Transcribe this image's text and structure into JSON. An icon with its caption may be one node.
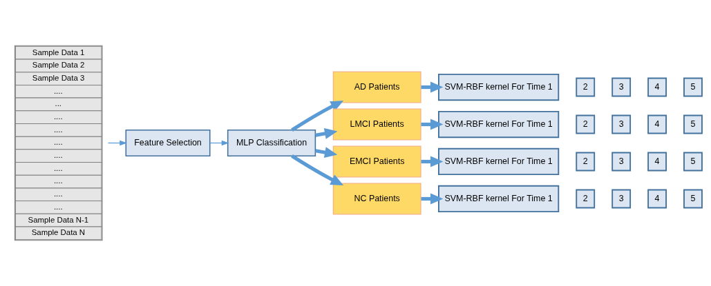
{
  "diagram": {
    "nodes": [
      {
        "text": [
          "Sample Data 1",
          "Sample Data 2",
          "Sample Data 3",
          "....",
          "...",
          "....",
          "....",
          "....",
          "....",
          "....",
          "....",
          "....",
          "....",
          "Sample Data N-1",
          "Sample Data N"
        ]
      },
      {
        "text": [
          "Feature Selection"
        ]
      },
      {
        "text": [
          "MLP Classification"
        ]
      },
      {
        "text": [
          "AD Patients"
        ]
      },
      {
        "text": [
          "LMCI Patients"
        ]
      },
      {
        "text": [
          "EMCI Patients"
        ]
      },
      {
        "text": [
          "NC Patients"
        ]
      },
      {
        "text": [
          "SVM-RBF kernel For Time 1"
        ]
      },
      {
        "text": [
          "2"
        ]
      },
      {
        "text": [
          "3"
        ]
      },
      {
        "text": [
          "4"
        ]
      },
      {
        "text": [
          "5"
        ]
      },
      {
        "text": [
          "SVM-RBF kernel For Time 1"
        ]
      },
      {
        "text": [
          "2"
        ]
      },
      {
        "text": [
          "3"
        ]
      },
      {
        "text": [
          "4"
        ]
      },
      {
        "text": [
          "5"
        ]
      },
      {
        "text": [
          "SVM-RBF kernel For Time 1"
        ]
      },
      {
        "text": [
          "2"
        ]
      },
      {
        "text": [
          "3"
        ]
      },
      {
        "text": [
          "4"
        ]
      },
      {
        "text": [
          "5"
        ]
      },
      {
        "text": [
          "SVM-RBF kernel For Time 1"
        ]
      },
      {
        "text": [
          "2"
        ]
      },
      {
        "text": [
          "3"
        ]
      },
      {
        "text": [
          "4"
        ]
      },
      {
        "text": [
          "5"
        ]
      }
    ],
    "edges": [
      {
        "from": 0,
        "to": 1,
        "arrow": "to"
      },
      {
        "from": 1,
        "to": 2,
        "arrow": "to"
      },
      {
        "from": 2,
        "to": 3,
        "arrow": "to"
      },
      {
        "from": 2,
        "to": 4,
        "arrow": "to"
      },
      {
        "from": 2,
        "to": 5,
        "arrow": "to"
      },
      {
        "from": 2,
        "to": 6,
        "arrow": "to"
      },
      {
        "from": 3,
        "to": 7,
        "arrow": "to"
      },
      {
        "from": 4,
        "to": 12,
        "arrow": "to"
      },
      {
        "from": 5,
        "to": 17,
        "arrow": "to"
      },
      {
        "from": 6,
        "to": 22,
        "arrow": "to"
      }
    ]
  }
}
